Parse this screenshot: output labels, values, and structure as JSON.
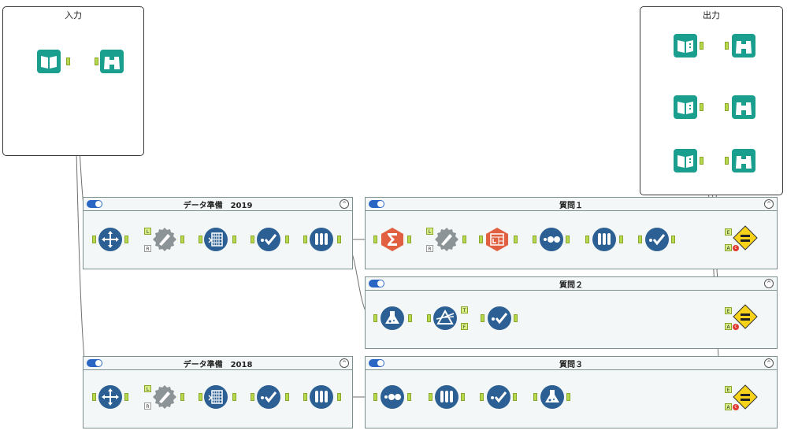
{
  "canvas": {
    "boxes": {
      "input_title": "入力",
      "output_title": "出力"
    },
    "containers": {
      "prep2019": {
        "title": "データ準備　2019"
      },
      "q1": {
        "title": "質問１"
      },
      "q2": {
        "title": "質問２"
      },
      "prep2018": {
        "title": "データ準備　2018"
      },
      "q3": {
        "title": "質問３"
      }
    },
    "anchor_labels": {
      "left": "L",
      "right": "R",
      "true": "T",
      "false": "F",
      "expected": "E",
      "actual": "A",
      "error": "c"
    },
    "colors": {
      "teal": "#1a9e8e",
      "blue": "#2c5f93",
      "gray": "#8c9497",
      "red": "#e26042",
      "yellow": "#f7d21a"
    }
  }
}
